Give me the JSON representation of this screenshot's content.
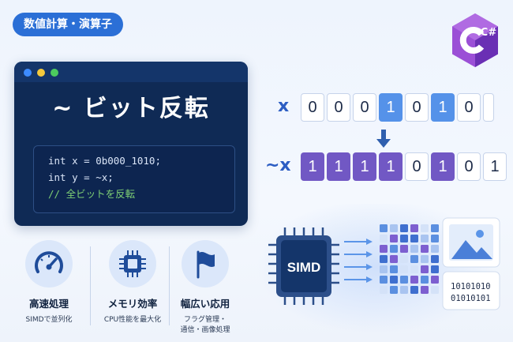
{
  "badge": "数値計算・演算子",
  "logo": {
    "label": "C#",
    "icon": "csharp-logo-icon",
    "colors": [
      "#9b4fd6",
      "#6a2fb4"
    ]
  },
  "code_window": {
    "title": "~ ビット反転",
    "lines": [
      "int x = 0b000_1010;",
      "int y = ~x;",
      "// 全ビットを反転"
    ],
    "dot_colors": [
      "#3d8bff",
      "#f5c93c",
      "#4ccb5e"
    ]
  },
  "features": [
    {
      "title": "高速処理",
      "sub": "SIMDで並列化",
      "icon": "speedometer-icon"
    },
    {
      "title": "メモリ効率",
      "sub": "CPU性能を最大化",
      "icon": "chip-icon"
    },
    {
      "title": "幅広い応用",
      "sub": "フラグ管理・\n通信・画像処理",
      "icon": "flag-icon"
    }
  ],
  "bits": {
    "x_label": "x",
    "x_bits": [
      "0",
      "0",
      "0",
      "1",
      "0",
      "1",
      "0"
    ],
    "not_label": "~x",
    "not_bits": [
      "1",
      "1",
      "1",
      "1",
      "0",
      "1",
      "0",
      "1"
    ]
  },
  "simd": {
    "chip_label": "SIMD",
    "binary": [
      "10101010",
      "01010101"
    ],
    "image_icon": "image-icon"
  }
}
